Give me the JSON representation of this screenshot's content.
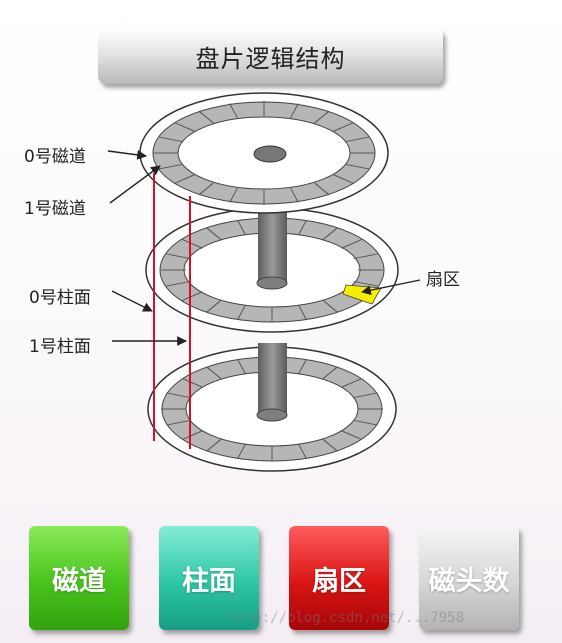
{
  "title": "盘片逻辑结构",
  "labels": {
    "track0": "0号磁道",
    "track1": "1号磁道",
    "cylinder0": "0号柱面",
    "cylinder1": "1号柱面",
    "sector": "扇区"
  },
  "buttons": {
    "track": "磁道",
    "cylinder": "柱面",
    "sector": "扇区",
    "head_count": "磁头数"
  },
  "watermark": "http://blog.csdn.net/...7958",
  "colors": {
    "cylinder_line": "#d3122a",
    "sector_highlight": "#f5f000",
    "ring": "#b6b6b6",
    "spindle": "#7a7a7a"
  }
}
